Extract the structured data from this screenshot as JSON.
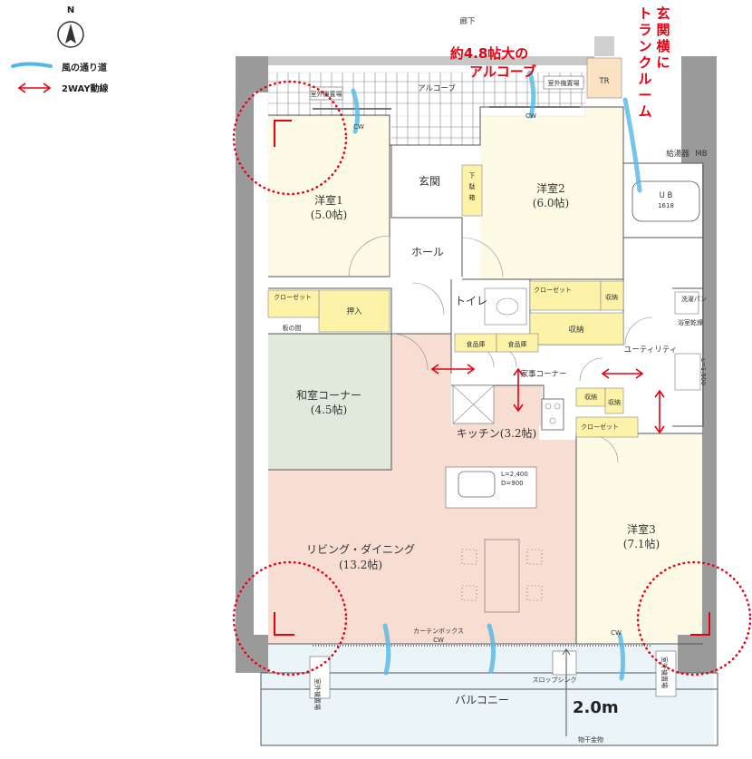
{
  "legend": {
    "north": "N",
    "wind": "風の通り道",
    "twoway": "2WAY動線"
  },
  "annotations": {
    "alcove_note": "約4.8帖大の",
    "alcove_note2": "アルコーブ",
    "trunk_note": [
      "玄",
      "関",
      "横",
      "に",
      "ト",
      "ラ",
      "ン",
      "ク",
      "ル",
      "ー",
      "ム"
    ],
    "distance": "2.0m"
  },
  "rooms": {
    "corridor": "廊下",
    "alcove": "アルコーブ",
    "tr": "TR",
    "water_heater": "給湯器",
    "mb": "MB",
    "ub": "U B",
    "ub_size": "1618",
    "outdoor_unit": "室外機置場",
    "west1_name": "洋室1",
    "west1_size": "(5.0帖)",
    "entrance": "玄関",
    "shoe_box": [
      "下",
      "駄",
      "箱"
    ],
    "west2_name": "洋室2",
    "west2_size": "(6.0帖)",
    "hall": "ホール",
    "toilet": "トイレ",
    "closet": "クローゼット",
    "storage": "収納",
    "oshiire": "押入",
    "itanoma": "板の間",
    "pantry": "食品庫",
    "laundry_pan": "洗濯パン",
    "bathroom_dryer": "浴室乾燥",
    "utility": "ユーティリティ",
    "housework": "家事コーナー",
    "washitsu_name": "和室コーナー",
    "washitsu_size": "(4.5帖)",
    "kitchen": "キッチン(3.2帖)",
    "sink_l": "L=2,400",
    "sink_d": "D=900",
    "lu": "L=1,500",
    "west3_name": "洋室3",
    "west3_size": "(7.1帖)",
    "ld_name": "リビング・ダイニング",
    "ld_size": "(13.2帖)",
    "curtain_box": "カーテンボックス",
    "slop_sink": "スロップシンク",
    "balcony": "バルコニー",
    "laundry_hardware": "物干金物",
    "cw": "CW"
  }
}
